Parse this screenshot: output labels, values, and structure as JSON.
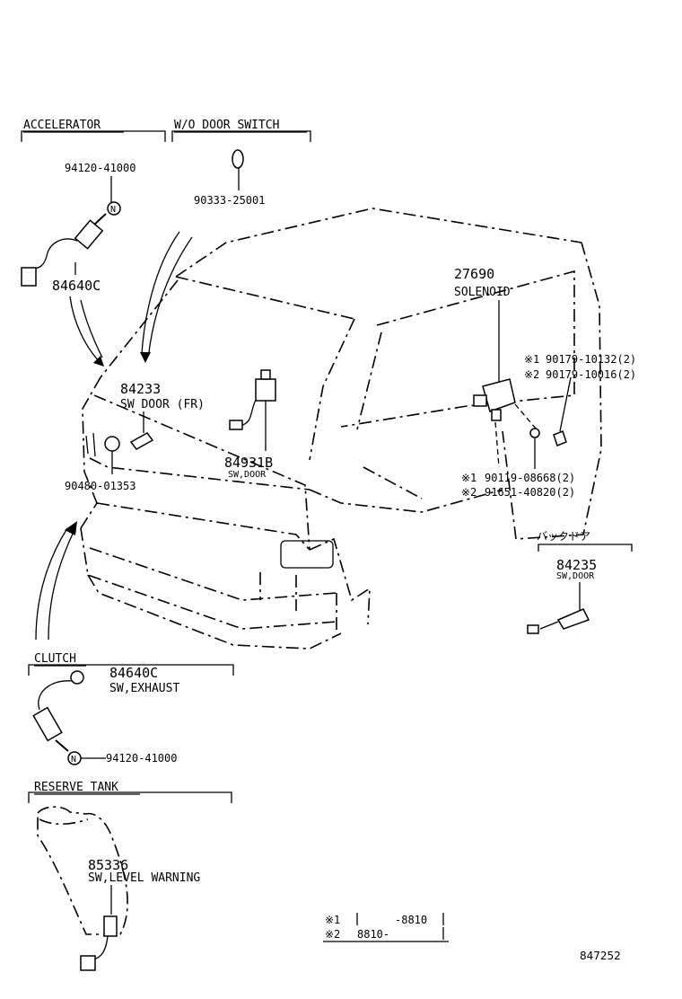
{
  "sections": {
    "accelerator": "ACCELERATOR",
    "wo_door_switch": "W/O DOOR SWITCH",
    "clutch": "CLUTCH",
    "reserve_tank": "RESERVE TANK",
    "back_door": "バックドア"
  },
  "parts": {
    "p94120_top": "94120-41000",
    "p90333": "90333-25001",
    "p84640c_top": "84640C",
    "p84233": "84233",
    "p84233_desc": "SW DOOR (FR)",
    "p90480": "90480-01353",
    "p84931b": "84931B",
    "p84931b_desc": "SW,DOOR",
    "p27690": "27690",
    "p27690_desc": "SOLENOID",
    "p90179_1": "90179-10132(2)",
    "p90179_2": "90179-10016(2)",
    "p90119": "90119-08668(2)",
    "p91651": "91651-40820(2)",
    "p84235": "84235",
    "p84235_desc": "SW,DOOR",
    "p84640c_clutch": "84640C",
    "p84640c_clutch_desc": "SW,EXHAUST",
    "p94120_clutch": "94120-41000",
    "p85336": "85336",
    "p85336_desc": "SW,LEVEL WARNING"
  },
  "markers": {
    "m1": "※1",
    "m2": "※2",
    "nut": "N"
  },
  "legend": {
    "row1_mark": "※1",
    "row1_range": "-8810",
    "row2_mark": "※2",
    "row2_range": "8810-"
  },
  "figure_id": "847252"
}
